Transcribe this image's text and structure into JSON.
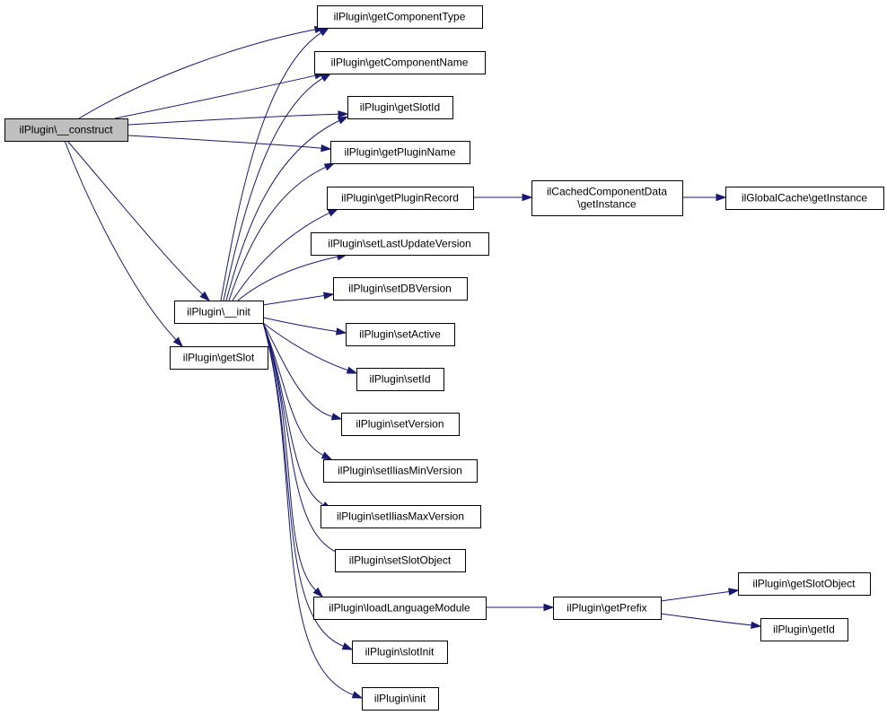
{
  "graph": {
    "colors": {
      "edge": "#191970",
      "root_fill": "#bfbfbf",
      "node_fill": "#ffffff",
      "border": "#000000"
    },
    "nodes": [
      {
        "id": "construct",
        "lines": [
          "ilPlugin\\__construct"
        ],
        "root": true
      },
      {
        "id": "init_",
        "lines": [
          "ilPlugin\\__init"
        ]
      },
      {
        "id": "getSlot",
        "lines": [
          "ilPlugin\\getSlot"
        ]
      },
      {
        "id": "getComponentType",
        "lines": [
          "ilPlugin\\getComponentType"
        ]
      },
      {
        "id": "getComponentName",
        "lines": [
          "ilPlugin\\getComponentName"
        ]
      },
      {
        "id": "getSlotId",
        "lines": [
          "ilPlugin\\getSlotId"
        ]
      },
      {
        "id": "getPluginName",
        "lines": [
          "ilPlugin\\getPluginName"
        ]
      },
      {
        "id": "getPluginRecord",
        "lines": [
          "ilPlugin\\getPluginRecord"
        ]
      },
      {
        "id": "cachedGetInstance",
        "lines": [
          "ilCachedComponentData",
          "\\getInstance"
        ]
      },
      {
        "id": "globalGetInstance",
        "lines": [
          "ilGlobalCache\\getInstance"
        ]
      },
      {
        "id": "setLastUpdateVersion",
        "lines": [
          "ilPlugin\\setLastUpdateVersion"
        ]
      },
      {
        "id": "setDBVersion",
        "lines": [
          "ilPlugin\\setDBVersion"
        ]
      },
      {
        "id": "setActive",
        "lines": [
          "ilPlugin\\setActive"
        ]
      },
      {
        "id": "setId",
        "lines": [
          "ilPlugin\\setId"
        ]
      },
      {
        "id": "setVersion",
        "lines": [
          "ilPlugin\\setVersion"
        ]
      },
      {
        "id": "setIliasMinVersion",
        "lines": [
          "ilPlugin\\setIliasMinVersion"
        ]
      },
      {
        "id": "setIliasMaxVersion",
        "lines": [
          "ilPlugin\\setIliasMaxVersion"
        ]
      },
      {
        "id": "setSlotObject",
        "lines": [
          "ilPlugin\\setSlotObject"
        ]
      },
      {
        "id": "loadLanguageModule",
        "lines": [
          "ilPlugin\\loadLanguageModule"
        ]
      },
      {
        "id": "getPrefix",
        "lines": [
          "ilPlugin\\getPrefix"
        ]
      },
      {
        "id": "getSlotObject",
        "lines": [
          "ilPlugin\\getSlotObject"
        ]
      },
      {
        "id": "getId",
        "lines": [
          "ilPlugin\\getId"
        ]
      },
      {
        "id": "slotInit",
        "lines": [
          "ilPlugin\\slotInit"
        ]
      },
      {
        "id": "init",
        "lines": [
          "ilPlugin\\init"
        ]
      }
    ],
    "edges": [
      {
        "from": "construct",
        "to": "getComponentType"
      },
      {
        "from": "construct",
        "to": "getComponentName"
      },
      {
        "from": "construct",
        "to": "getSlotId"
      },
      {
        "from": "construct",
        "to": "getPluginName"
      },
      {
        "from": "construct",
        "to": "init_"
      },
      {
        "from": "construct",
        "to": "getSlot"
      },
      {
        "from": "init_",
        "to": "getComponentType"
      },
      {
        "from": "init_",
        "to": "getComponentName"
      },
      {
        "from": "init_",
        "to": "getSlotId"
      },
      {
        "from": "init_",
        "to": "getPluginName"
      },
      {
        "from": "init_",
        "to": "getPluginRecord"
      },
      {
        "from": "init_",
        "to": "setLastUpdateVersion"
      },
      {
        "from": "init_",
        "to": "setDBVersion"
      },
      {
        "from": "init_",
        "to": "setActive"
      },
      {
        "from": "init_",
        "to": "setId"
      },
      {
        "from": "init_",
        "to": "setVersion"
      },
      {
        "from": "init_",
        "to": "setIliasMinVersion"
      },
      {
        "from": "init_",
        "to": "setIliasMaxVersion"
      },
      {
        "from": "init_",
        "to": "setSlotObject"
      },
      {
        "from": "init_",
        "to": "loadLanguageModule"
      },
      {
        "from": "init_",
        "to": "slotInit"
      },
      {
        "from": "init_",
        "to": "init"
      },
      {
        "from": "getPluginRecord",
        "to": "cachedGetInstance"
      },
      {
        "from": "cachedGetInstance",
        "to": "globalGetInstance"
      },
      {
        "from": "loadLanguageModule",
        "to": "getPrefix"
      },
      {
        "from": "getPrefix",
        "to": "getSlotObject"
      },
      {
        "from": "getPrefix",
        "to": "getId"
      }
    ]
  }
}
